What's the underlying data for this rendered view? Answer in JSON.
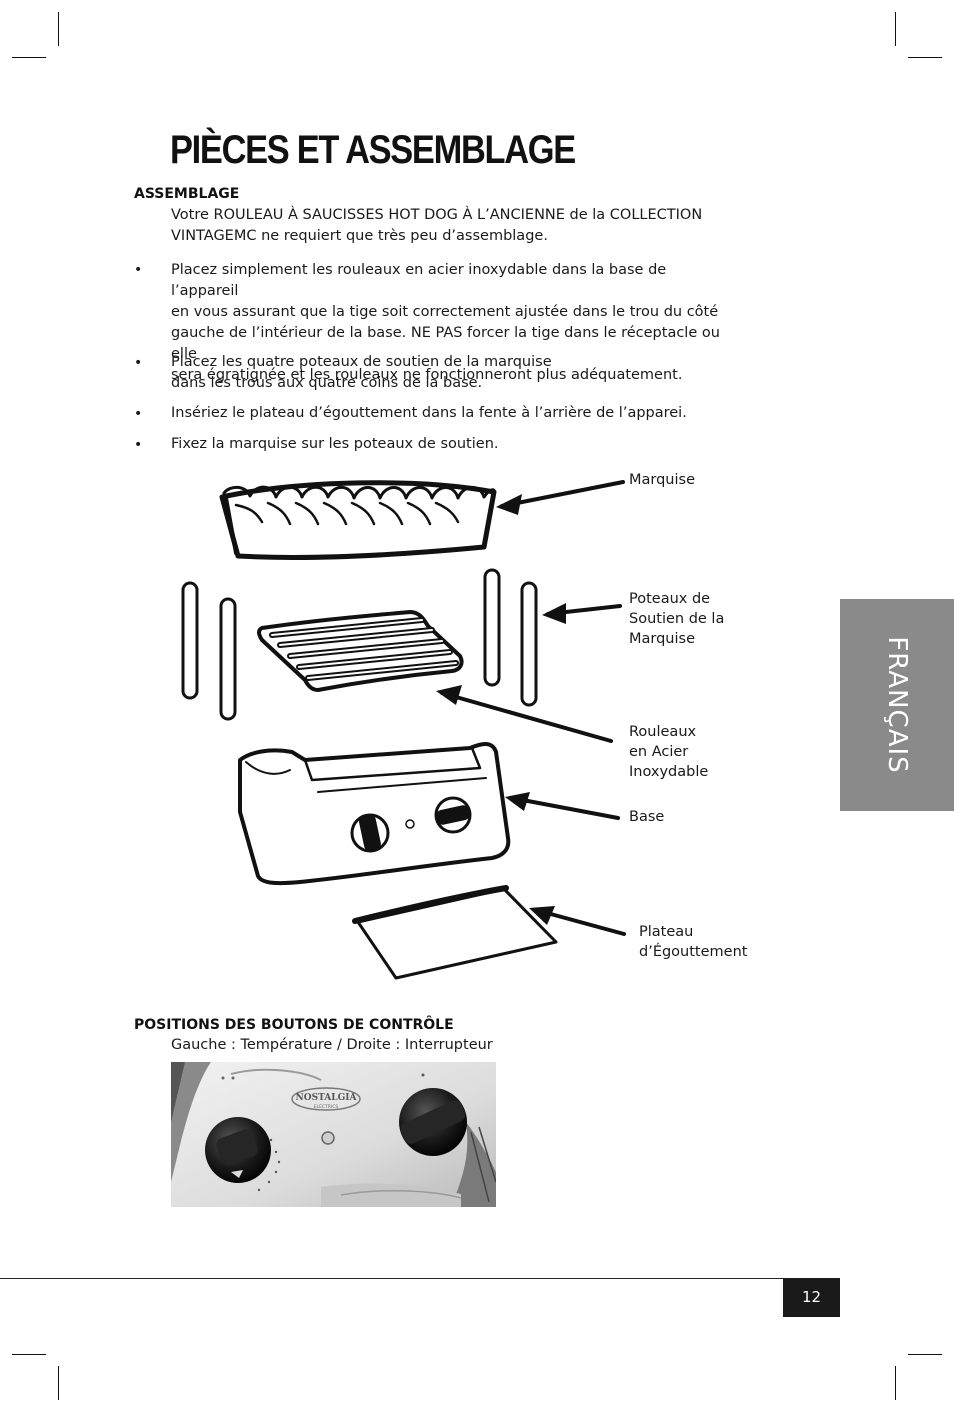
{
  "title": "PIÈCES ET ASSEMBLAGE",
  "assembly": {
    "heading": "ASSEMBLAGE",
    "intro_line1": "Votre ROULEAU À SAUCISSES HOT DOG À L’ANCIENNE de la COLLECTION",
    "intro_line2": "VINTAGEMC ne requiert que très peu d’assemblage.",
    "bullet_char": "•",
    "bullets": [
      {
        "lines": [
          "Placez simplement les rouleaux en acier inoxydable dans la base de l’appareil",
          "en vous assurant que la tige soit correctement ajustée dans le trou du côté",
          "gauche de l’intérieur de la base. NE PAS forcer la tige dans le réceptacle ou elle",
          "sera égratignée et les rouleaux ne fonctionneront plus adéquatement."
        ]
      },
      {
        "lines": [
          "Placez les quatre poteaux de soutien de la marquise",
          "dans les trous aux quatre coins de la base."
        ]
      },
      {
        "lines": [
          "Insériez le plateau d’égouttement dans la fente à l’arrière de l’apparei."
        ]
      },
      {
        "lines": [
          "Fixez la marquise sur les poteaux de soutien."
        ]
      }
    ]
  },
  "diagram_labels": {
    "marquise": "Marquise",
    "poteaux": [
      "Poteaux de",
      "Soutien de la",
      "Marquise"
    ],
    "rouleaux": [
      "Rouleaux",
      "en Acier",
      "Inoxydable"
    ],
    "base": "Base",
    "plateau": [
      "Plateau",
      "d’Égouttement"
    ]
  },
  "controls": {
    "heading": "POSITIONS DES BOUTONS DE CONTRÔLE",
    "caption": "Gauche : Température / Droite : Interrupteur",
    "photo_brand": [
      "NOSTALGIA",
      "ELECTRICS"
    ]
  },
  "side_tab": "FRANÇAIS",
  "page_number": "12"
}
